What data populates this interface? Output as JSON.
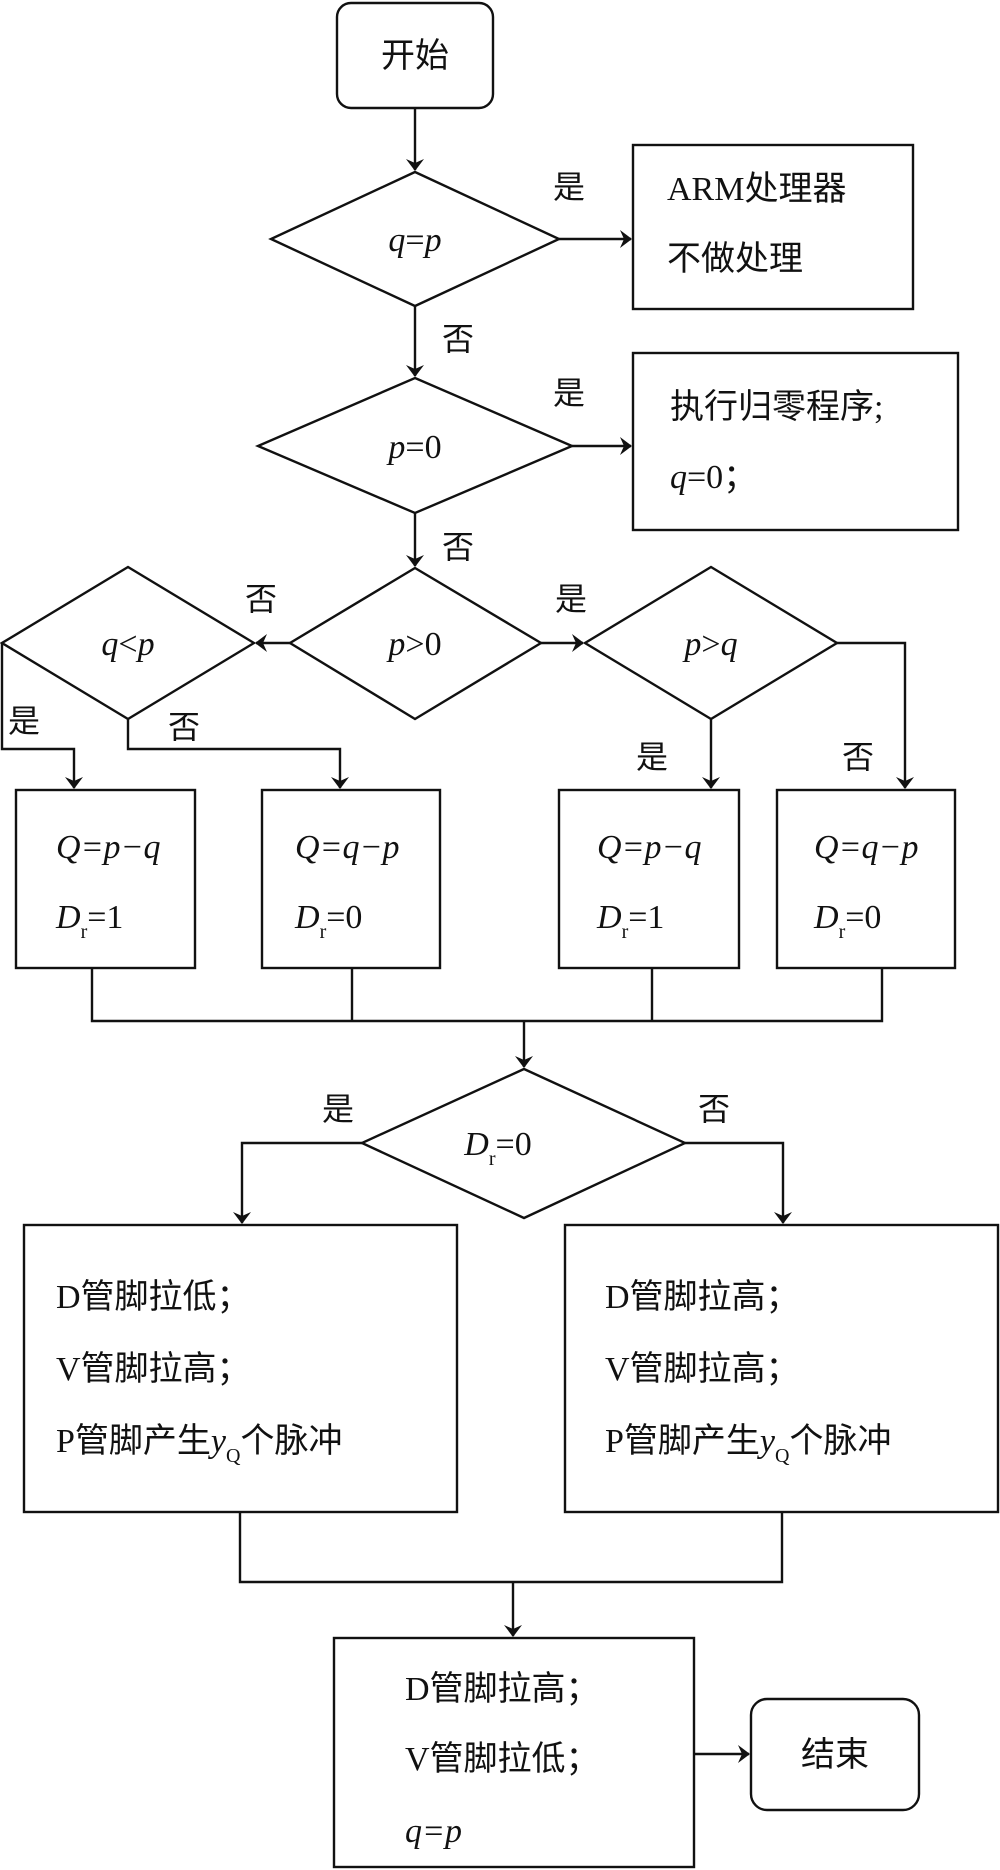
{
  "start": "开始",
  "end": "结束",
  "yes": "是",
  "no": "否",
  "decisions": {
    "d1": {
      "a": "q",
      "op": "=",
      "b": "p"
    },
    "d2": {
      "a": "p",
      "op": "=",
      "b": "0"
    },
    "d3": {
      "a": "p",
      "op": ">",
      "b": "0"
    },
    "d4": {
      "a": "q",
      "op": "<",
      "b": "p"
    },
    "d5": {
      "a": "p",
      "op": ">",
      "b": "q"
    },
    "d6": {
      "var": "D",
      "sub": "r",
      "rest": "=0"
    }
  },
  "boxes": {
    "arm": {
      "line1": "ARM处理器",
      "line2": "不做处理"
    },
    "zero": {
      "line1": "执行归零程序;",
      "line2_var": "q",
      "line2_rest": "=0；"
    },
    "calc": [
      {
        "q_expr": "=p−q",
        "dr": "=1"
      },
      {
        "q_expr": "=q−p",
        "dr": "=0"
      },
      {
        "q_expr": "=p−q",
        "dr": "=1"
      },
      {
        "q_expr": "=q−p",
        "dr": "=0"
      }
    ],
    "left_action": {
      "line1": "D管脚拉低；",
      "line2": "V管脚拉高；",
      "line3_pre": "P管脚产生",
      "line3_var": "y",
      "line3_sub": "Q",
      "line3_post": "个脉冲"
    },
    "right_action": {
      "line1": "D管脚拉高；",
      "line2": "V管脚拉高；",
      "line3_pre": "P管脚产生",
      "line3_var": "y",
      "line3_sub": "Q",
      "line3_post": "个脉冲"
    },
    "final": {
      "line1": "D管脚拉高；",
      "line2": "V管脚拉低；",
      "line3": "q=p"
    }
  },
  "calc_symbols": {
    "Q": "Q",
    "D": "D",
    "r": "r"
  }
}
